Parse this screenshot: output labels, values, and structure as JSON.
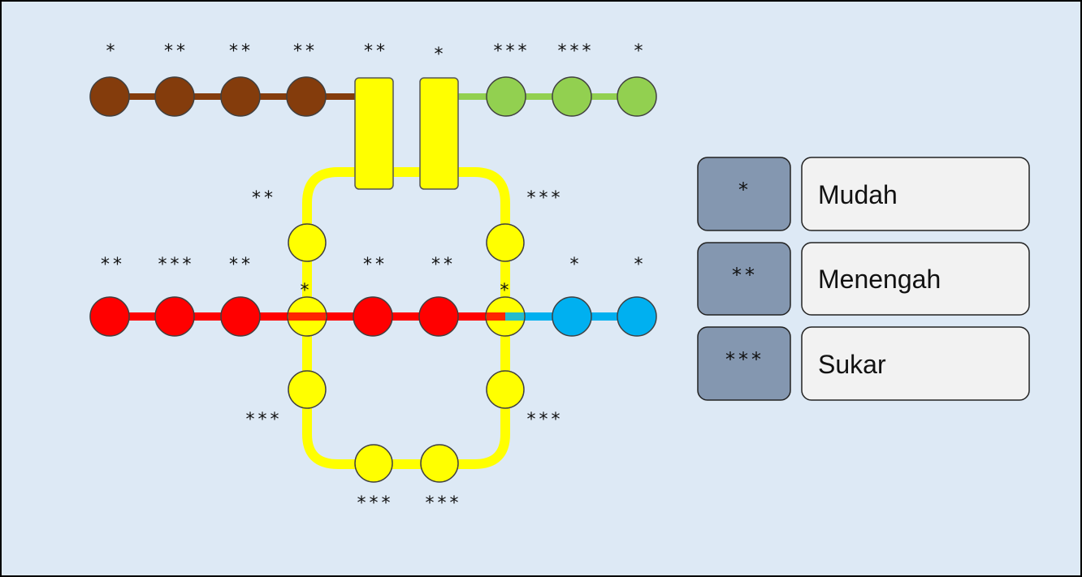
{
  "colors": {
    "background": "#dde9f5",
    "brown": "#843c0c",
    "green": "#92d050",
    "yellow": "#ffff00",
    "red": "#ff0000",
    "blue": "#00b0f0",
    "legend_key": "#8497b0",
    "legend_label_bg": "#f2f2f2"
  },
  "lines": {
    "brown": {
      "stations": [
        {
          "stars": "*"
        },
        {
          "stars": "**"
        },
        {
          "stars": "**"
        },
        {
          "stars": "**"
        }
      ]
    },
    "green": {
      "stations": [
        {
          "stars": "***"
        },
        {
          "stars": "***"
        },
        {
          "stars": "*"
        }
      ]
    },
    "gates": [
      {
        "stars": "**"
      },
      {
        "stars": "*"
      }
    ],
    "red": {
      "stations": [
        {
          "stars": "**"
        },
        {
          "stars": "***"
        },
        {
          "stars": "**"
        },
        {
          "stars": "*"
        },
        {
          "stars": "**"
        },
        {
          "stars": "**"
        },
        {
          "stars": "*"
        }
      ]
    },
    "blue": {
      "stations": [
        {
          "stars": "*"
        },
        {
          "stars": "*"
        }
      ]
    },
    "yellow": {
      "stations": [
        {
          "stars": "**"
        },
        {
          "stars": "***"
        },
        {
          "stars": "***"
        },
        {
          "stars": "***"
        },
        {
          "stars": "***"
        },
        {
          "stars": "***"
        }
      ]
    }
  },
  "legend": [
    {
      "key": "*",
      "label": "Mudah"
    },
    {
      "key": "**",
      "label": "Menengah"
    },
    {
      "key": "***",
      "label": "Sukar"
    }
  ]
}
